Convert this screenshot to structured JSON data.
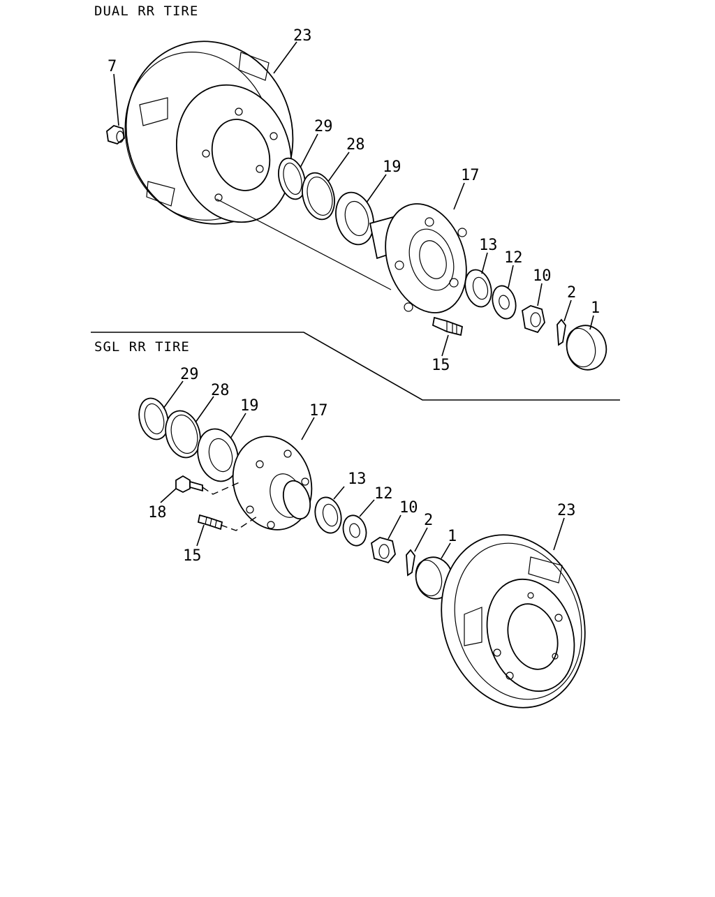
{
  "sections": {
    "dual": {
      "heading": "DUAL RR TIRE"
    },
    "single": {
      "heading": "SGL RR TIRE"
    }
  },
  "callouts": {
    "dual": {
      "drum": "23",
      "nut": "7",
      "seal_outer": "29",
      "seal_inner": "28",
      "bearing_inner": "19",
      "hub": "17",
      "bearing_outer": "13",
      "washer": "12",
      "castle_nut": "10",
      "cotter_pin": "2",
      "grease_cap": "1",
      "hub_bolt": "15"
    },
    "single": {
      "seal_outer": "29",
      "seal_inner": "28",
      "bearing_inner": "19",
      "hub": "17",
      "bolt": "18",
      "hub_bolt": "15",
      "bearing_outer": "13",
      "washer": "12",
      "castle_nut": "10",
      "cotter_pin": "2",
      "grease_cap": "1",
      "drum": "23"
    }
  }
}
